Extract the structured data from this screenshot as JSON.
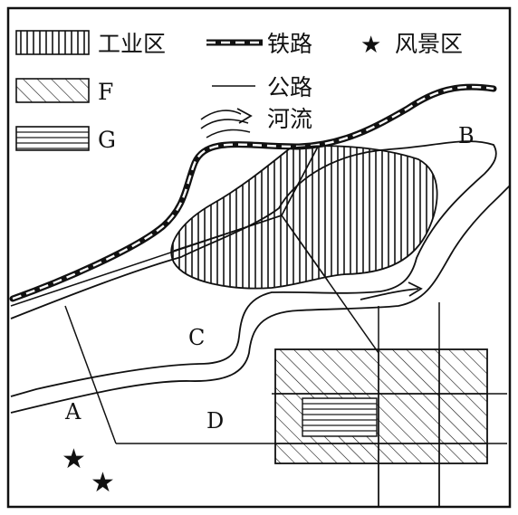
{
  "legend": {
    "industrial_label": "工业区",
    "f_label": "F",
    "g_label": "G",
    "railway_label": "铁路",
    "road_label": "公路",
    "river_label": "河流",
    "scenic_label": "风景区"
  },
  "map_labels": {
    "a": "A",
    "b": "B",
    "c": "C",
    "d": "D"
  },
  "icons": {
    "star": "★"
  }
}
